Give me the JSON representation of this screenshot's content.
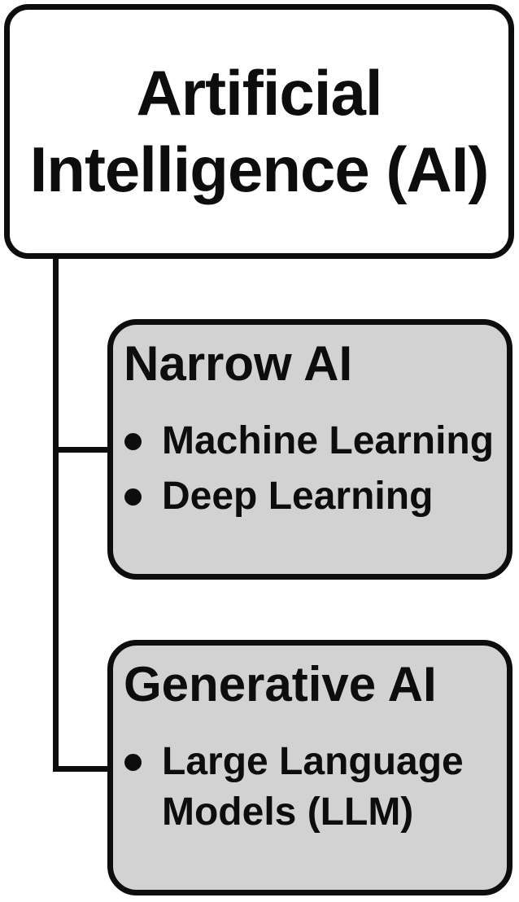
{
  "diagram": {
    "root": {
      "title": "Artificial Intelligence (AI)"
    },
    "children": [
      {
        "title": "Narrow AI",
        "bullets": [
          "Machine Learning",
          "Deep Learning"
        ]
      },
      {
        "title": "Generative AI",
        "bullets": [
          "Large Language Models (LLM)"
        ]
      }
    ]
  },
  "colors": {
    "stroke": "#0d0d0d",
    "root_fill": "#ffffff",
    "child_fill": "#d2d2d2",
    "text": "#0d0d0d"
  }
}
